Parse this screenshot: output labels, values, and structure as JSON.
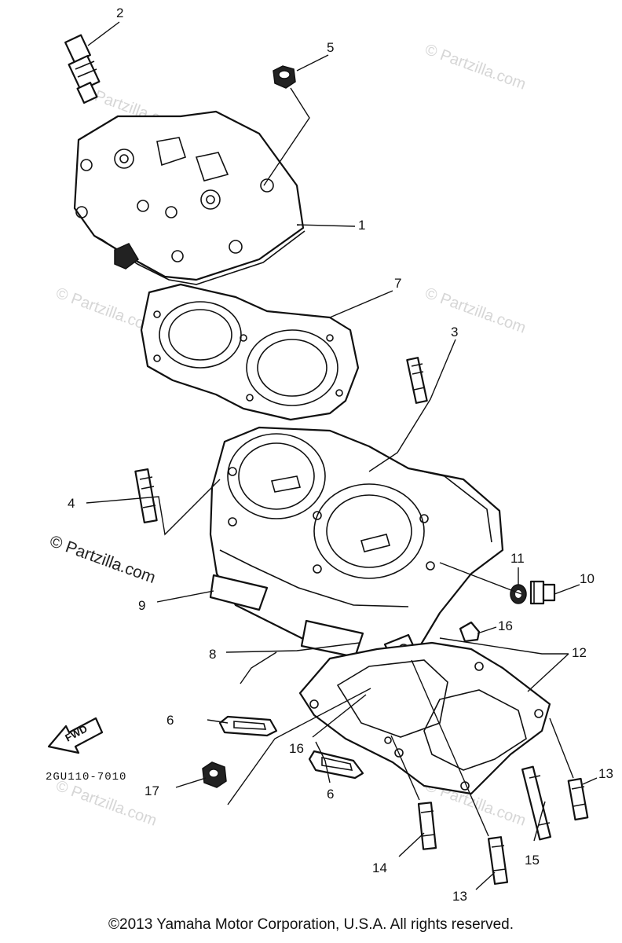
{
  "diagram": {
    "part_labels": [
      "1",
      "2",
      "3",
      "4",
      "5",
      "6",
      "6",
      "7",
      "8",
      "9",
      "10",
      "11",
      "12",
      "13",
      "13",
      "14",
      "15",
      "16",
      "16",
      "17"
    ],
    "fwd_label": "FWD",
    "diagram_code": "2GU110-7010",
    "watermark": "© Partzilla.com",
    "copyright": "©2013 Yamaha Motor Corporation, U.S.A. All rights reserved."
  }
}
